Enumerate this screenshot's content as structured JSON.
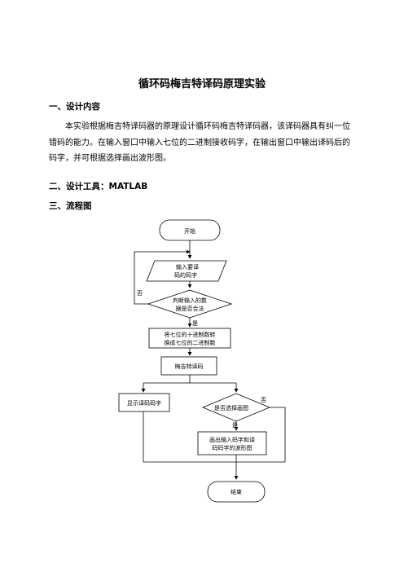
{
  "document": {
    "title": "循环码梅吉特译码原理实验",
    "section1": {
      "heading": "一、设计内容",
      "body": "本实验根据梅吉特译码器的原理设计循环码梅吉特译码器，该译码器具有纠一位错码的能力。在输入窗口中输入七位的二进制接收码字，在输出窗口中输出译码后的码字，并可根据选择画出波形图。"
    },
    "section2": {
      "heading": "二、设计工具：MATLAB"
    },
    "section3": {
      "heading": "三、流程图"
    }
  },
  "flowchart": {
    "start": "开始",
    "input_line1": "输入要译",
    "input_line2": "码的码字",
    "check_line1": "判断输入的数",
    "check_line2": "据是否合法",
    "no_label_left": "否",
    "yes_label1": "是",
    "convert_line1": "将七位的十进制数转",
    "convert_line2": "换成七位的二进制数",
    "decode": "梅吉特译码",
    "show_code": "显示译码码字",
    "choose_plot": "是否选择画图",
    "no_label_right": "否",
    "yes_label2": "是",
    "plot_line1": "画出输入码字和译",
    "plot_line2": "码码字的波形图",
    "end": "结束"
  }
}
